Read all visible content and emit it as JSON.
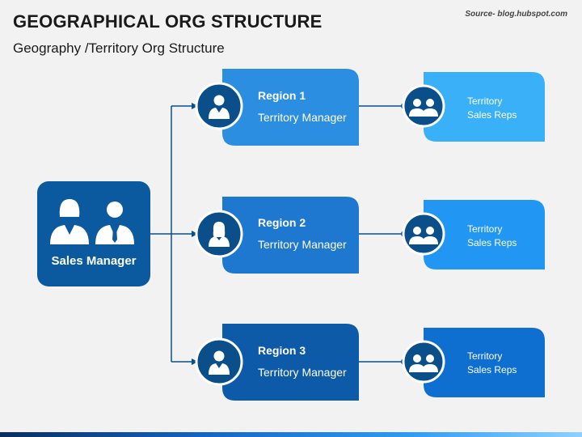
{
  "header": {
    "title": "GEOGRAPHICAL ORG STRUCTURE",
    "subtitle": "Geography /Territory Org Structure",
    "source": "Source- blog.hubspot.com"
  },
  "manager": {
    "label": "Sales Manager",
    "color": "#0b5aa0"
  },
  "regions": [
    {
      "title": "Region 1",
      "role": "Territory Manager",
      "color": "#2b8ee0",
      "icon": "male-user-icon",
      "reps": {
        "line1": "Territory",
        "line2": "Sales Reps",
        "color": "#3ab0f8"
      }
    },
    {
      "title": "Region 2",
      "role": "Territory Manager",
      "color": "#1e78cf",
      "icon": "female-user-icon",
      "reps": {
        "line1": "Territory",
        "line2": "Sales Reps",
        "color": "#2196f3"
      }
    },
    {
      "title": "Region 3",
      "role": "Territory Manager",
      "color": "#0d5aa8",
      "icon": "male-user-icon",
      "reps": {
        "line1": "Territory",
        "line2": "Sales Reps",
        "color": "#0f6fd0"
      }
    }
  ],
  "colors": {
    "connector": "#0b4f8a",
    "circle": "#0b4f8a"
  }
}
